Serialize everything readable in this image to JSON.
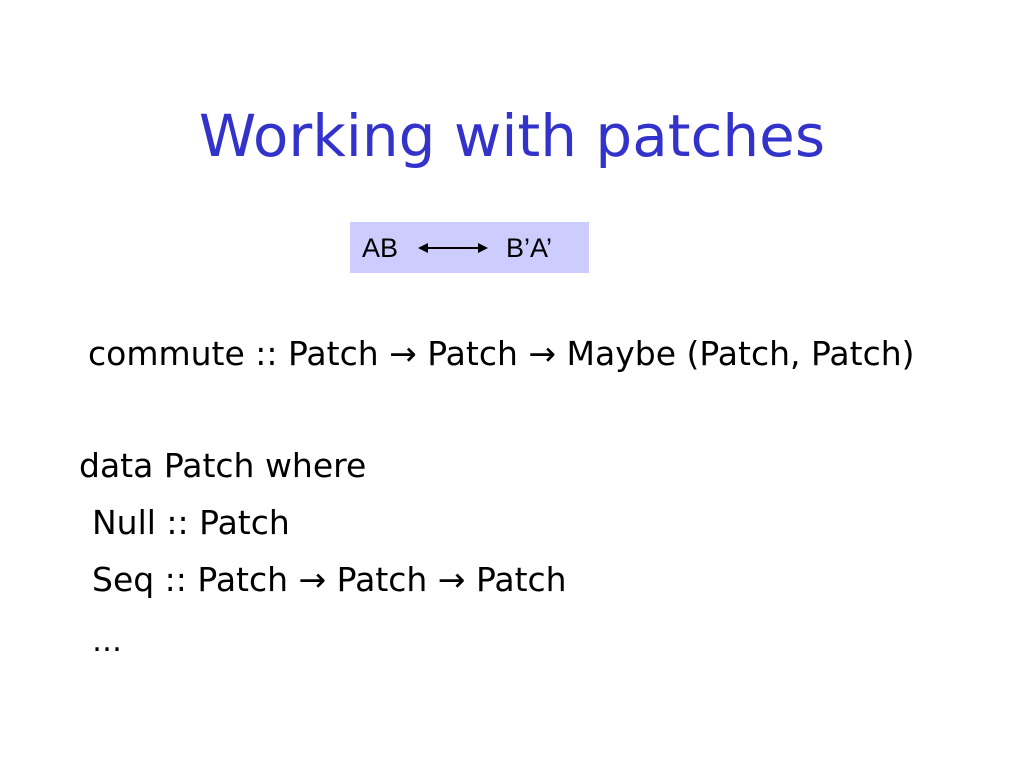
{
  "slide": {
    "title": "Working with patches",
    "title_color": "#3333cc"
  },
  "diagram": {
    "left_label": "AB",
    "right_label": "B’A’",
    "arrow_icon": "double-headed-arrow",
    "box_color": "#ccccff"
  },
  "code": {
    "commute_signature": "commute :: Patch → Patch → Maybe (Patch, Patch)",
    "data_decl": "data Patch where",
    "null_ctor": "Null :: Patch",
    "seq_ctor": "Seq :: Patch → Patch → Patch",
    "ellipsis": "…"
  }
}
